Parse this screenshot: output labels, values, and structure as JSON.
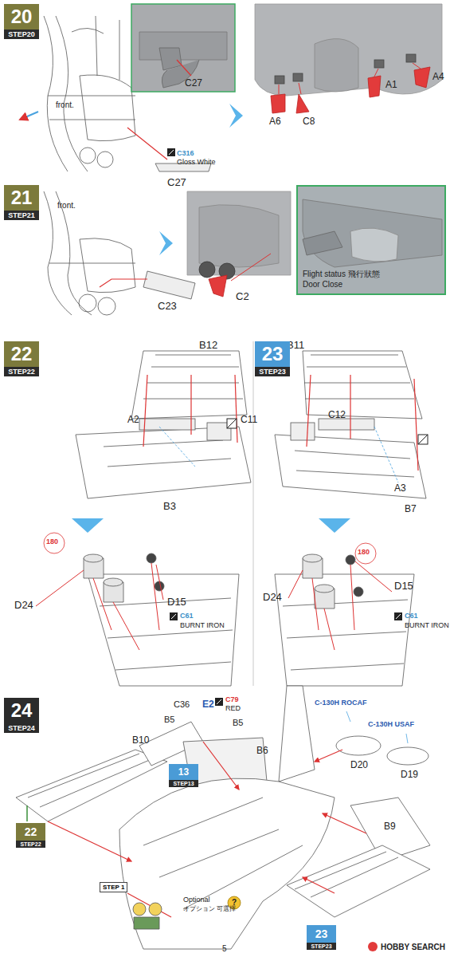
{
  "diagram": {
    "nodes": [
      {
        "text": [
          "20",
          "STEP20"
        ]
      },
      {
        "text": [
          "21",
          "STEP21"
        ]
      },
      {
        "text": [
          "Flight status 飛行狀態",
          "Door Close"
        ]
      },
      {
        "text": [
          "22",
          "STEP22"
        ]
      },
      {
        "text": [
          "23",
          "STEP23"
        ]
      },
      {
        "text": [
          "24",
          "STEP24"
        ]
      },
      {
        "text": [
          "13",
          "STEP13"
        ]
      },
      {
        "text": [
          "22",
          "STEP22"
        ]
      },
      {
        "text": [
          "23",
          "STEP23"
        ]
      },
      {
        "text": [
          "STEP 1"
        ]
      }
    ],
    "labels": [
      "C27",
      "front.",
      "C316",
      "Gloss White",
      "C27",
      "A6",
      "C8",
      "A1",
      "A4",
      "front.",
      "C23",
      "C2",
      "B12",
      "A2",
      "C11",
      "B3",
      "180",
      "D24",
      "D15",
      "C61",
      "BURNT IRON",
      "B11",
      "C12",
      "A3",
      "B7",
      "180",
      "D24",
      "D15",
      "C61",
      "BURNT IRON",
      "C36",
      "E2",
      "C79",
      "RED",
      "B5",
      "B5",
      "B10",
      "B6",
      "C-130H ROCAF",
      "C-130H USAF",
      "D20",
      "D19",
      "B9",
      "Optional",
      "オプション 可選擇",
      "?",
      "5",
      "HOBBY SEARCH"
    ]
  }
}
